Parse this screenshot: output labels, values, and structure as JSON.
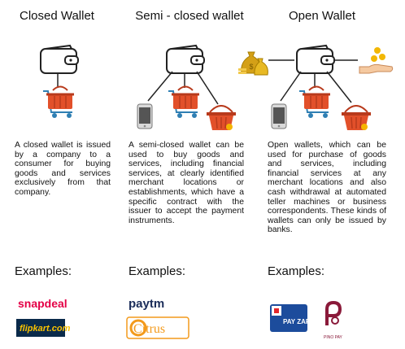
{
  "columns": [
    {
      "title": "Closed Wallet",
      "description": "A closed wallet is issued by a company to a consumer for buying goods and services exclusively from that company.",
      "examples_label": "Examples:",
      "logos": [
        "snapdeal",
        "flipkart.com"
      ]
    },
    {
      "title": "Semi - closed wallet",
      "description": "A semi-closed wallet can be used to buy goods and services, including financial services, at clearly identified merchant locations or establishments, which have a specific contract with the issuer to accept the payment instruments.",
      "examples_label": "Examples:",
      "logos": [
        "paytm",
        "Citrus"
      ]
    },
    {
      "title": "Open Wallet",
      "description": "Open wallets, which can be used for purchase of goods and services, including financial services at any merchant locations and also cash withdrawal at automated teller machines or business correspondents. These kinds of wallets can only be issued by banks.",
      "examples_label": "Examples:",
      "logos": [
        "PAY ZAPP",
        "PINO PAY"
      ]
    }
  ],
  "colors": {
    "basket": "#e2502a",
    "basket_dark": "#b83a1c",
    "cart": "#2f7fb3",
    "wallet_stroke": "#222222",
    "snapdeal": "#e40046",
    "flipkart_bg": "#0a2a4a",
    "flipkart_text": "#f9c200",
    "paytm_dark": "#1b2d5a",
    "paytm_light": "#00b9f1",
    "citrus": "#f39a1c",
    "payzapp": "#1c4c9c",
    "pino": "#8a1a3a"
  }
}
